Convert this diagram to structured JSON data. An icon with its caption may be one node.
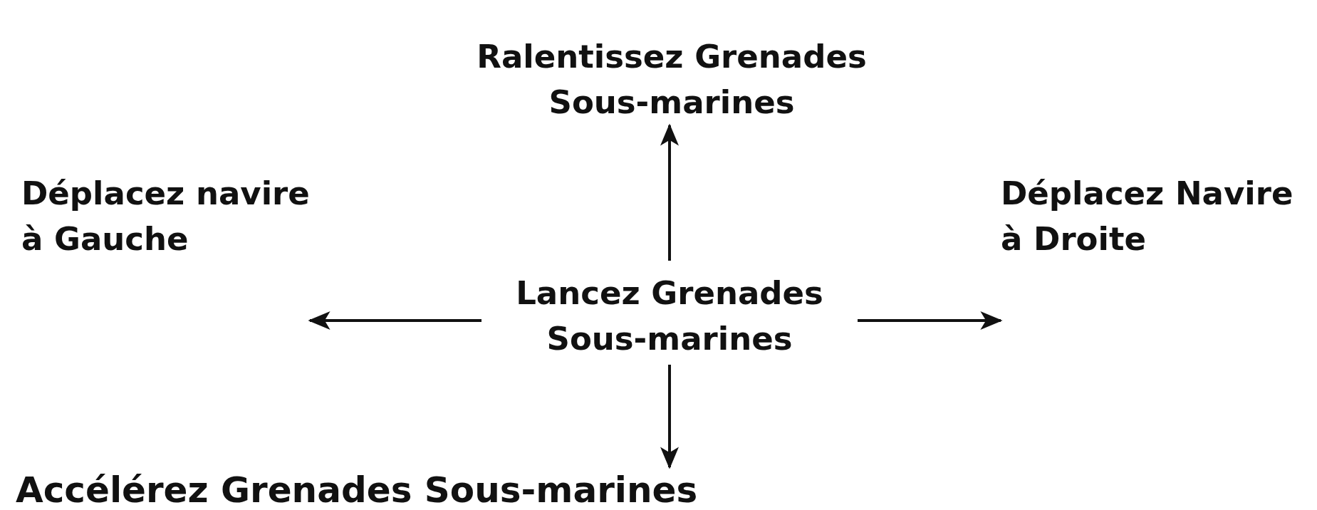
{
  "diagram": {
    "nodes": [
      {
        "text": [
          "Ralentissez Grenades Sous-marines"
        ]
      },
      {
        "text": [
          "Déplacez navire à Gauche"
        ]
      },
      {
        "text": [
          "Lancez Grenades Sous-marines"
        ]
      },
      {
        "text": [
          "Déplacez Navire à Droite"
        ]
      },
      {
        "text": [
          "Accélérez Grenades Sous-marines"
        ]
      }
    ],
    "edges": [
      {
        "from": 2,
        "to": 0,
        "arrow": "to"
      },
      {
        "from": 2,
        "to": 1,
        "arrow": "to"
      },
      {
        "from": 2,
        "to": 3,
        "arrow": "to"
      },
      {
        "from": 2,
        "to": 4,
        "arrow": "to"
      }
    ]
  }
}
